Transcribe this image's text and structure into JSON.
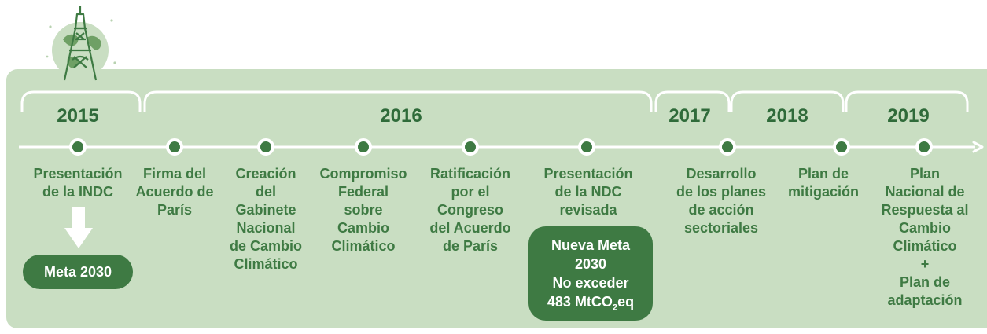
{
  "years": [
    "2015",
    "2016",
    "2017",
    "2018",
    "2019"
  ],
  "events": [
    {
      "lines": [
        "Presentación",
        "de la INDC"
      ]
    },
    {
      "lines": [
        "Firma del",
        "Acuerdo de",
        "París"
      ]
    },
    {
      "lines": [
        "Creación",
        "del",
        "Gabinete",
        "Nacional",
        "de Cambio",
        "Climático"
      ]
    },
    {
      "lines": [
        "Compromiso",
        "Federal",
        "sobre",
        "Cambio",
        "Climático"
      ]
    },
    {
      "lines": [
        "Ratificación",
        "por el",
        "Congreso",
        "del Acuerdo",
        "de París"
      ]
    },
    {
      "lines": [
        "Presentación",
        "de la NDC",
        "revisada"
      ]
    },
    {
      "lines": [
        "Desarrollo",
        "de los planes",
        "de acción",
        "sectoriales"
      ]
    },
    {
      "lines": [
        "Plan de",
        "mitigación"
      ]
    },
    {
      "lines": [
        "Plan",
        "Nacional de",
        "Respuesta al",
        "Cambio",
        "Climático",
        "+",
        "Plan de",
        "adaptación"
      ]
    }
  ],
  "callouts": {
    "meta_2030": "Meta 2030",
    "nueva_meta": {
      "line1": "Nueva Meta",
      "line2": "2030",
      "line3": "No exceder",
      "line4_prefix": "483 MtCO",
      "line4_sub": "2",
      "line4_suffix": "eq"
    }
  },
  "colors": {
    "panel": "#c9dec2",
    "accent": "#3e7a43",
    "year_text": "#2f6b3a",
    "line": "#ffffff"
  },
  "icons": [
    "eiffel-tower-globe-icon",
    "down-arrow-icon"
  ]
}
